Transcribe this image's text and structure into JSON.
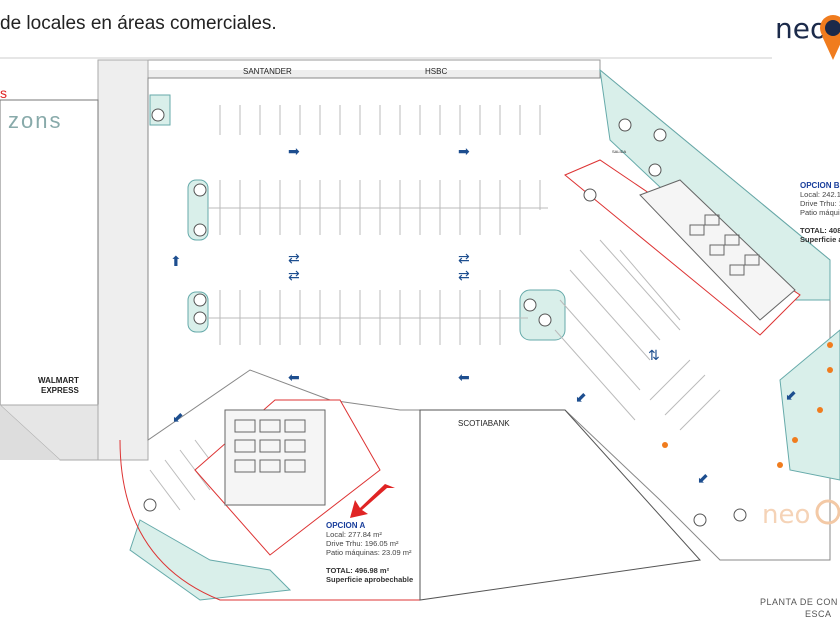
{
  "slide": {
    "title": "de locales en áreas comerciales."
  },
  "logos": {
    "neo_top": "neo",
    "neo_watermark": "neo",
    "horizons": "zons",
    "horizons_prefix": "s"
  },
  "plan_labels": {
    "santander": "SANTANDER",
    "hsbc": "HSBC",
    "walmart": "WALMART",
    "express": "EXPRESS",
    "scotiabank": "SCOTIABANK",
    "salida": "SALIDA",
    "planta": "PLANTA DE CON",
    "escala": "ESCA"
  },
  "option_a": {
    "title": "OPCION  A",
    "local": "Local: 277.84 m²",
    "drive": "Drive Trhu: 196.05 m²",
    "patio": "Patio máquinas: 23.09 m²",
    "total": "TOTAL: 496.98 m²",
    "note": "Superficie aprobechable"
  },
  "option_b": {
    "title": "OPCION  B",
    "local": "Local: 242.1",
    "drive": "Drive Trhu: 1",
    "patio": "Patio máquin",
    "total": "TOTAL: 408",
    "note": "Superficie a"
  },
  "colors": {
    "accent_orange": "#f07c1e",
    "navy": "#1b2a4a",
    "arrow_blue": "#1d4e8f",
    "red": "#e02424",
    "green_area": "#d9efea"
  }
}
